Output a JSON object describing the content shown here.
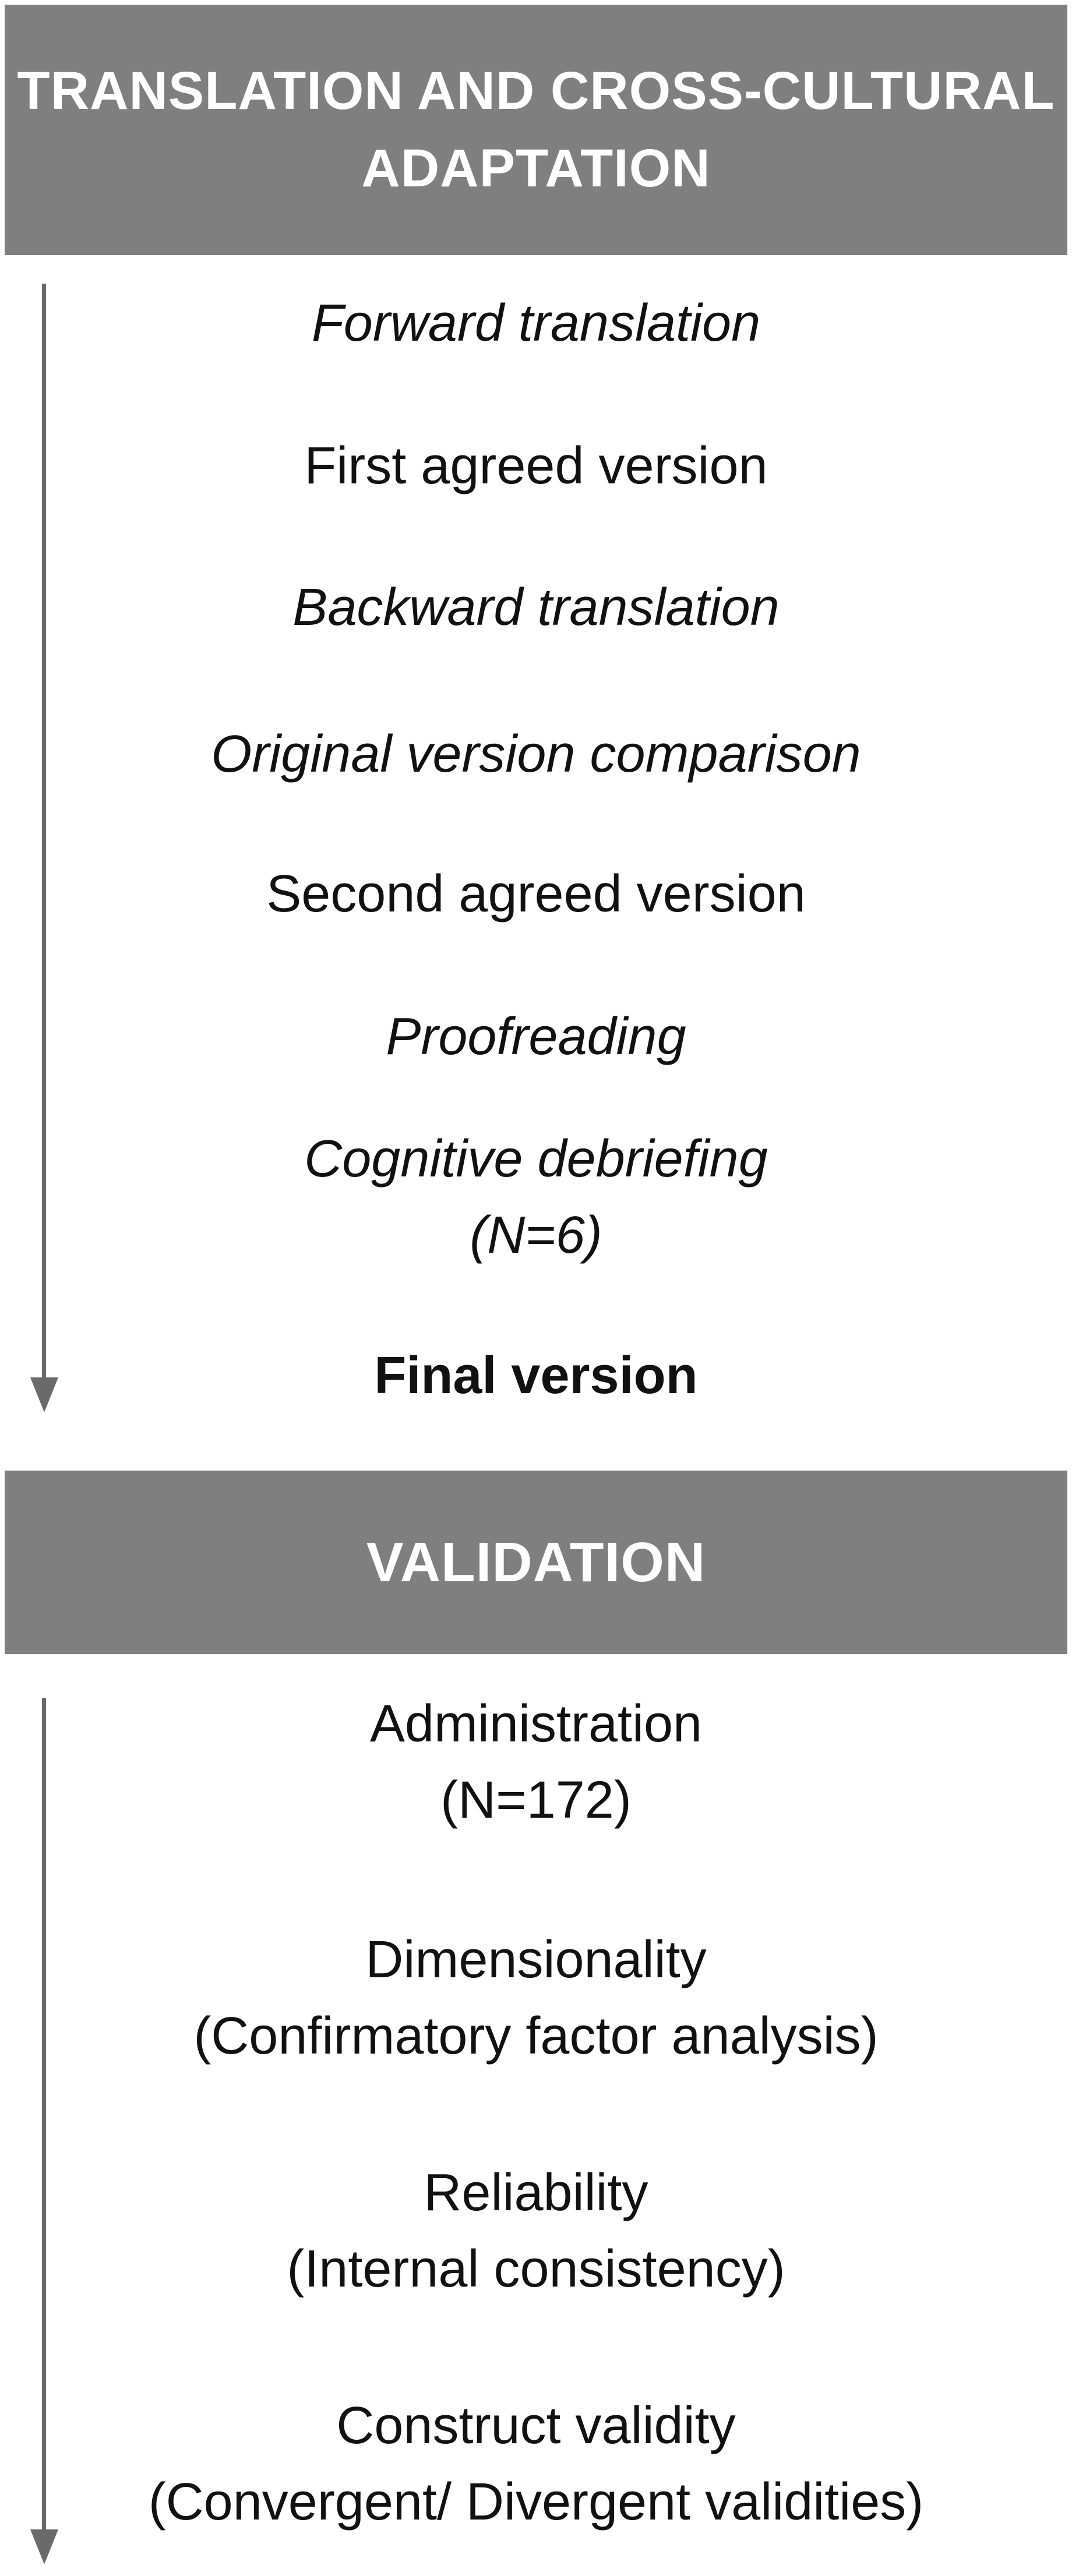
{
  "section_1": {
    "title_line_1": "TRANSLATION AND CROSS-CULTURAL",
    "title_line_2": "ADAPTATION",
    "steps": [
      {
        "line_1": "Forward translation"
      },
      {
        "line_1": "First agreed version"
      },
      {
        "line_1": "Backward translation"
      },
      {
        "line_1": "Original version comparison"
      },
      {
        "line_1": "Second agreed version"
      },
      {
        "line_1": "Proofreading"
      },
      {
        "line_1": "Cognitive debriefing",
        "line_2": "(N=6)"
      },
      {
        "line_1": "Final version"
      }
    ]
  },
  "section_2": {
    "title": "VALIDATION",
    "steps": [
      {
        "line_1": "Administration",
        "line_2": "(N=172)"
      },
      {
        "line_1": "Dimensionality",
        "line_2": "(Confirmatory factor analysis)"
      },
      {
        "line_1": "Reliability",
        "line_2": "(Internal consistency)"
      },
      {
        "line_1": "Construct validity",
        "line_2": "(Convergent/ Divergent validities)"
      }
    ]
  },
  "colors": {
    "header_background": "#7f7f7f",
    "header_text": "#ffffff",
    "arrow": "#6a6a6a",
    "text": "#111111"
  }
}
